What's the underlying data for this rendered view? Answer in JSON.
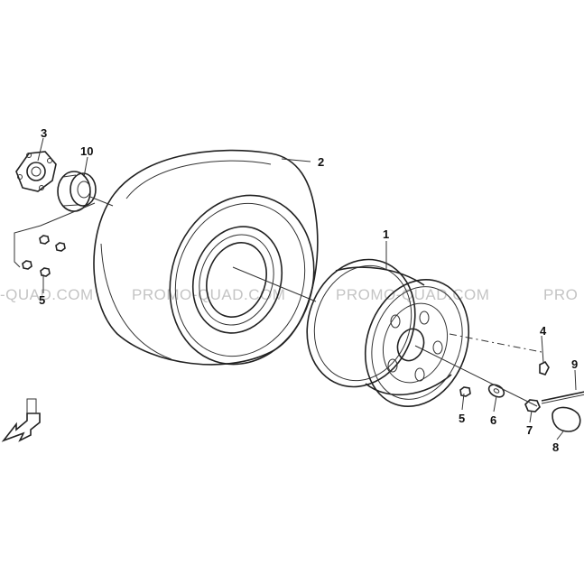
{
  "watermark": {
    "segments": [
      "-QUAD.COM",
      "PROMO-QUAD.COM",
      "PROMO-QUAD.COM",
      "PRO"
    ]
  },
  "callouts": [
    {
      "id": "part-1",
      "label": "1"
    },
    {
      "id": "part-2",
      "label": "2"
    },
    {
      "id": "part-3",
      "label": "3"
    },
    {
      "id": "part-4",
      "label": "4"
    },
    {
      "id": "part-5a",
      "label": "5"
    },
    {
      "id": "part-5b",
      "label": "5"
    },
    {
      "id": "part-6",
      "label": "6"
    },
    {
      "id": "part-7",
      "label": "7"
    },
    {
      "id": "part-8",
      "label": "8"
    },
    {
      "id": "part-9",
      "label": "9"
    },
    {
      "id": "part-10",
      "label": "10"
    }
  ],
  "icons": {
    "direction_arrow": "front-direction-arrow-icon"
  }
}
